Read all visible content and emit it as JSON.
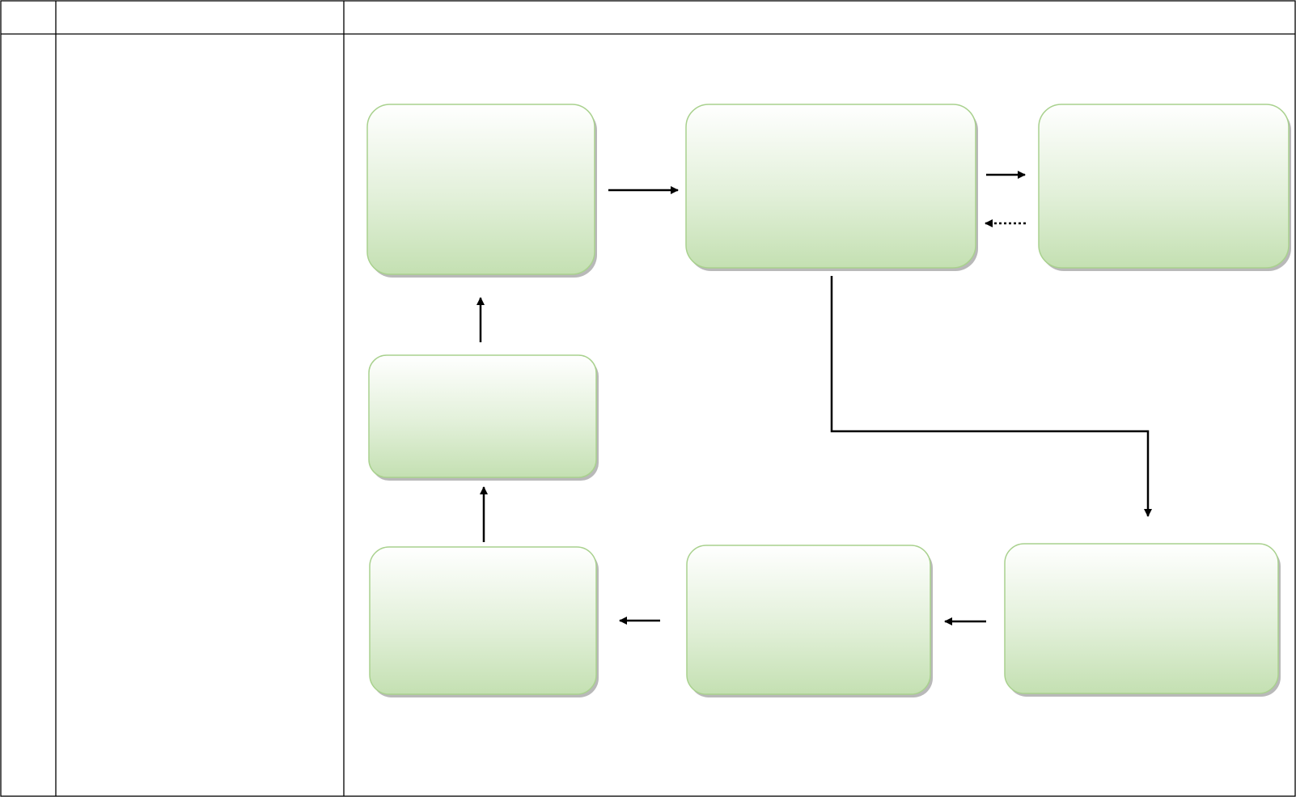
{
  "document": {
    "table": {
      "header_row": {
        "cells": [
          "",
          "",
          ""
        ]
      },
      "body_row": {
        "cells": [
          "",
          ""
        ]
      }
    }
  },
  "diagram": {
    "nodes": [
      {
        "id": "box-1",
        "label": ""
      },
      {
        "id": "box-2",
        "label": ""
      },
      {
        "id": "box-3",
        "label": ""
      },
      {
        "id": "box-4",
        "label": ""
      },
      {
        "id": "box-5",
        "label": ""
      },
      {
        "id": "box-6",
        "label": ""
      },
      {
        "id": "box-7",
        "label": ""
      }
    ],
    "edges": [
      {
        "from": "box-1",
        "to": "box-2",
        "style": "solid"
      },
      {
        "from": "box-2",
        "to": "box-3",
        "style": "solid"
      },
      {
        "from": "box-3",
        "to": "box-2",
        "style": "dotted"
      },
      {
        "from": "box-2",
        "to": "box-7",
        "style": "solid"
      },
      {
        "from": "box-7",
        "to": "box-6",
        "style": "solid"
      },
      {
        "from": "box-6",
        "to": "box-5",
        "style": "solid"
      },
      {
        "from": "box-5",
        "to": "box-4",
        "style": "solid"
      },
      {
        "from": "box-4",
        "to": "box-1",
        "style": "solid"
      }
    ]
  },
  "colors": {
    "box_fill_top": "#ffffff",
    "box_fill_bottom": "#c4e0b2",
    "box_border": "#a9d18e",
    "box_shadow": "#7f7f7f",
    "line": "#000000"
  }
}
